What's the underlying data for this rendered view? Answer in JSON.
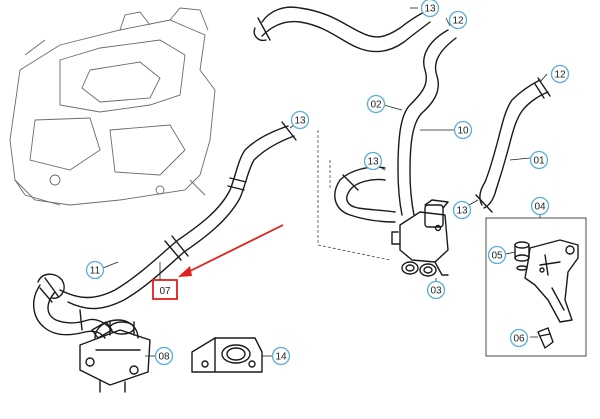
{
  "colors": {
    "callout_ring": "#5aaed8",
    "highlight": "#e0201c",
    "line": "#1a1a1a",
    "engine_outline": "#6b6b6b"
  },
  "callouts": {
    "c01": "01",
    "c02": "02",
    "c03": "03",
    "c04": "04",
    "c05": "05",
    "c06": "06",
    "c07": "07",
    "c08": "08",
    "c10": "10",
    "c11": "11",
    "c12a": "12",
    "c12b": "12",
    "c13a": "13",
    "c13b": "13",
    "c13c": "13",
    "c13d": "13",
    "c14": "14"
  },
  "icons": {
    "highlight_arrow": "red-arrow-icon"
  }
}
